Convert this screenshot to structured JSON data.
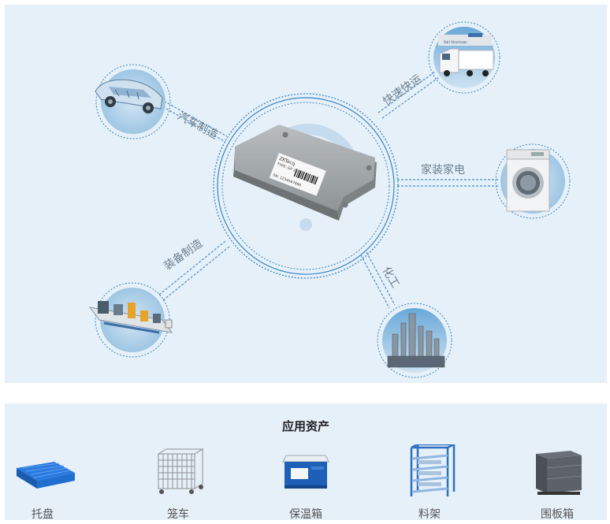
{
  "industries": {
    "auto": "汽车制造",
    "logistics": "快速快运",
    "appliances": "家装家电",
    "equipment": "装备制造",
    "chemical": "化工"
  },
  "truck_sign": "Sitrl Sharmaan",
  "device": {
    "label_lines": [
      "ZKTecq",
      "TYPE: GP 21",
      "SN: 1234567890"
    ]
  },
  "assets": {
    "title": "应用资产",
    "items": [
      {
        "label": "托盘",
        "icon": "pallet-icon"
      },
      {
        "label": "笼车",
        "icon": "cage-cart-icon"
      },
      {
        "label": "保温箱",
        "icon": "cooler-box-icon"
      },
      {
        "label": "料架",
        "icon": "material-rack-icon"
      },
      {
        "label": "围板箱",
        "icon": "collar-box-icon"
      }
    ]
  },
  "colors": {
    "panel_bg": "#e6f0f8",
    "ring": "#3a86c5",
    "pallet": "#1f6fd1",
    "cooler": "#1e5fb8"
  }
}
